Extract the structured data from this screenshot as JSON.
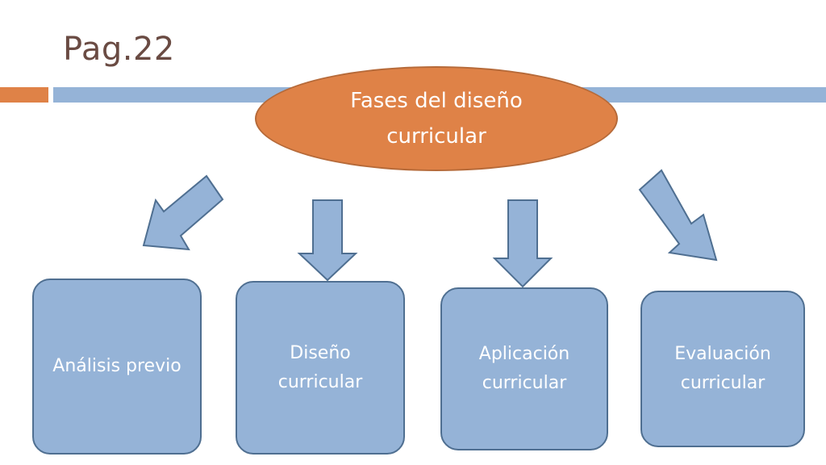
{
  "slide": {
    "title": "Pag.22"
  },
  "diagram": {
    "root_label": "Fases del diseño curricular",
    "phases": [
      {
        "label": "Análisis previo"
      },
      {
        "label": "Diseño curricular"
      },
      {
        "label": "Aplicación curricular"
      },
      {
        "label": "Evaluación curricular"
      }
    ]
  },
  "colors": {
    "accent_orange": "#df8247",
    "box_blue": "#95b3d7",
    "box_border": "#4f6f91",
    "title_brown": "#6a4b43"
  }
}
